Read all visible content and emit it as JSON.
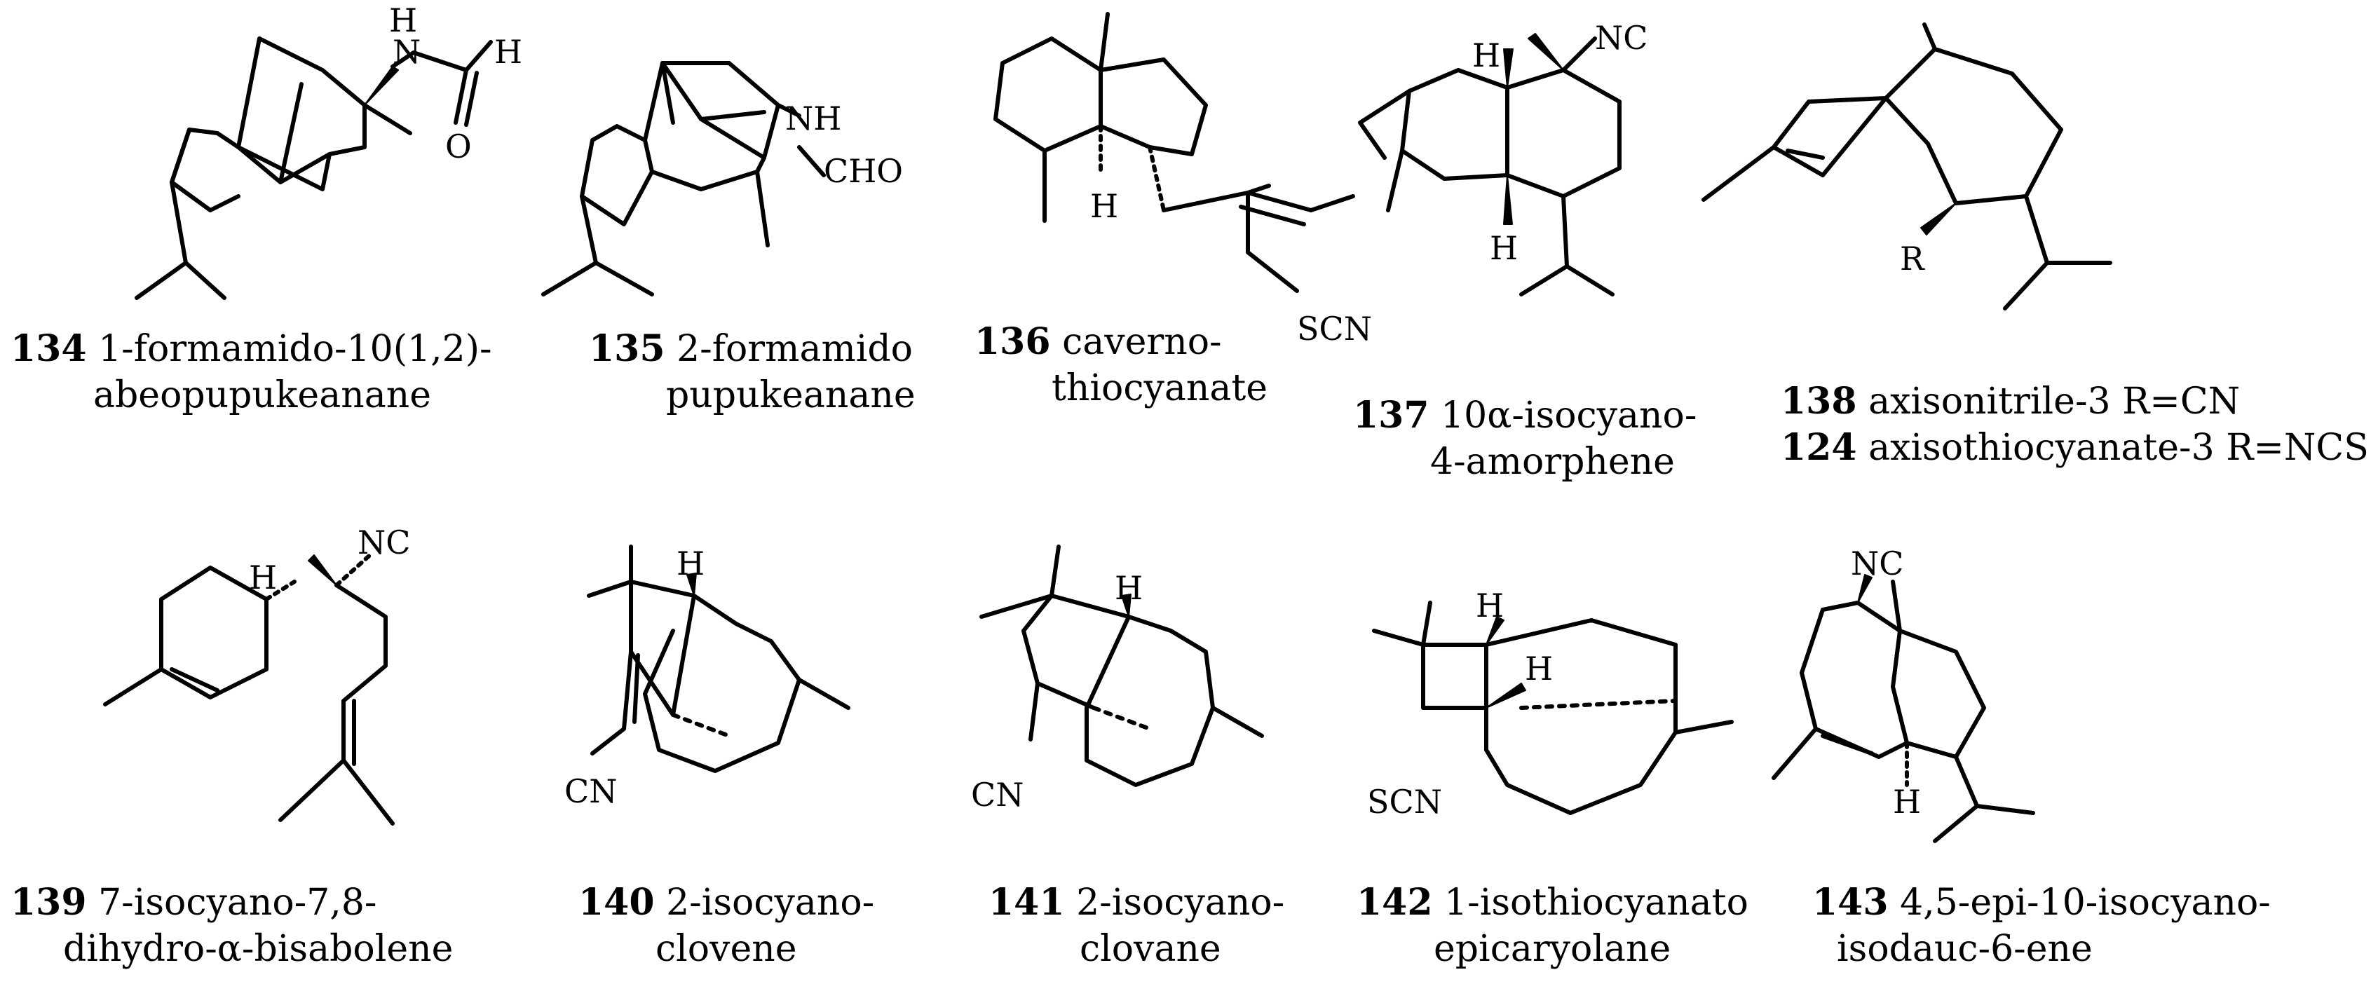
{
  "compounds": [
    {
      "number": "134",
      "line1": "1-formamido-10(1,2)-",
      "line2": "abeopupukeanane"
    },
    {
      "number": "135",
      "line1": "2-formamido",
      "line2": "pupukeanane"
    },
    {
      "number": "136",
      "line1": "caverno-",
      "line2": "thiocyanate"
    },
    {
      "number": "137",
      "line1": "10α-isocyano-",
      "line2": "4-amorphene"
    },
    {
      "number": "138",
      "line1": "axisonitrile-3 R=CN"
    },
    {
      "number": "124",
      "line1": "axisothiocyanate-3 R=NCS"
    },
    {
      "number": "139",
      "line1": "7-isocyano-7,8-",
      "line2": "dihydro-α-bisabolene"
    },
    {
      "number": "140",
      "line1": "2-isocyano-",
      "line2": "clovene"
    },
    {
      "number": "141",
      "line1": "2-isocyano-",
      "line2": "clovane"
    },
    {
      "number": "142",
      "line1": "1-isothiocyanato",
      "line2": "epicaryolane"
    },
    {
      "number": "143",
      "line1": "4,5-epi-10-isocyano-",
      "line2": "isodauc-6-ene"
    }
  ],
  "atom_labels": {
    "h": "H",
    "nh": "NH",
    "n": "N",
    "o": "O",
    "cho": "CHO",
    "scn": "SCN",
    "nc": "NC",
    "cn": "CN",
    "r": "R"
  }
}
